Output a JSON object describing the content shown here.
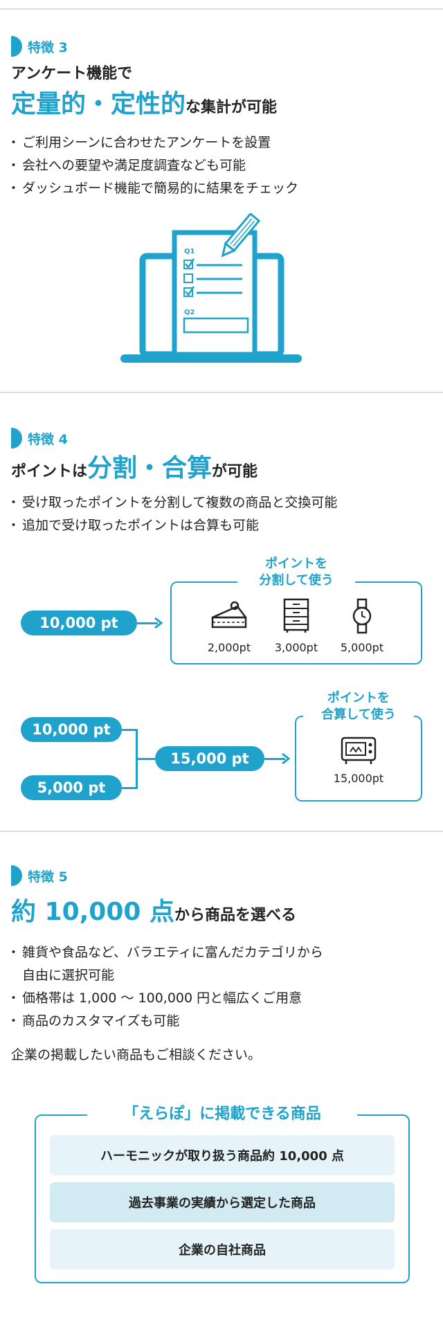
{
  "feature3": {
    "tag": "特徴 3",
    "heading_line1": "アンケート機能で",
    "heading_accent": "定量的・定性的",
    "heading_rest": "な集計が可能",
    "bullets": [
      "ご利用シーンに合わせたアンケートを設置",
      "会社への要望や満足度調査なども可能",
      "ダッシュボード機能で簡易的に結果をチェック"
    ],
    "illustration": {
      "q1_label": "Q1",
      "q2_label": "Q2"
    }
  },
  "feature4": {
    "tag": "特徴 4",
    "heading_prefix": "ポイントは",
    "heading_accent": "分割・合算",
    "heading_rest": "が可能",
    "bullets": [
      "受け取ったポイントを分割して複数の商品と交換可能",
      "追加で受け取ったポイントは合算も可能"
    ],
    "split": {
      "source": "10,000 pt",
      "box_title_line1": "ポイントを",
      "box_title_line2": "分割して使う",
      "items": [
        {
          "label": "2,000pt",
          "icon": "cake-icon"
        },
        {
          "label": "3,000pt",
          "icon": "drawer-icon"
        },
        {
          "label": "5,000pt",
          "icon": "watch-icon"
        }
      ]
    },
    "combine": {
      "source_a": "10,000 pt",
      "source_b": "5,000 pt",
      "total": "15,000 pt",
      "box_title_line1": "ポイントを",
      "box_title_line2": "合算して使う",
      "item": {
        "label": "15,000pt",
        "icon": "oven-icon"
      }
    }
  },
  "feature5": {
    "tag": "特徴 5",
    "heading_accent": "約 10,000 点",
    "heading_rest": "から商品を選べる",
    "bullets": [
      "雑貨や食品など、バラエティに富んだカテゴリから自由に選択可能",
      "価格帯は 1,000 〜 100,000 円と幅広くご用意",
      "商品のカスタマイズも可能"
    ],
    "bullet1_line1": "雑貨や食品など、バラエティに富んだカテゴリから",
    "bullet1_line2": "自由に選択可能",
    "note": "企業の掲載したい商品もご相談ください。",
    "box_title": "「えらぽ」に掲載できる商品",
    "rows": [
      "ハーモニックが取り扱う商品約 10,000 点",
      "過去事業の実績から選定した商品",
      "企業の自社商品"
    ]
  },
  "colors": {
    "accent": "#1fa3cc",
    "row_light": "#e6f4f9",
    "row_mid": "#d2ebf3",
    "divider": "#dddddd"
  }
}
